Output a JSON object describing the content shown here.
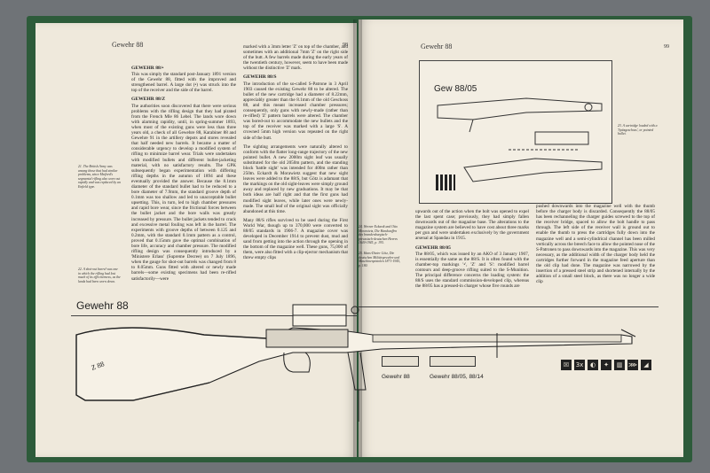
{
  "left_page": {
    "running_head": "Gewehr 88",
    "page_number": "98",
    "col1": {
      "s1_head": "GEWEHR 88/•",
      "s1_text": "This was simply the standard post-January 1891 version of the Gewehr 88, fitted with the improved and strengthened barrel. A large dot (•) was struck into the top of the receiver and the side of the barrel.",
      "s2_head": "GEWEHR 88/Z",
      "s2_text": "The authorities soon discovered that there were serious problems with the rifling design that they had pirated from the French Mle 86 Lebel. The lands wore down with alarming rapidity, until, in spring-summer 1893, when most of the existing guns were less than three years old, a check of all Gewehre 88, Karabiner 88 and Gewehre 91 in the artillery depots and stores revealed that half needed new barrels. It became a matter of considerable urgency to develop a modified system of rifling to minimize barrel wear. Trials were undertaken with modified bullets and different bullet-jacketing material, with no satisfactory results. The GPK subsequently began experimentation with differing rifling depths in the autumn of 1894 and these eventually provided the answer. Because the 8.1mm diameter of the standard bullet had to be reduced to a bore diameter of 7.9mm, the standard groove depth of 0.1mm was too shallow and led to unacceptable bullet upsetting. This, in turn, led to high chamber pressures and rapid bore wear, since the frictional forces between the bullet jacket and the bore walls was greatly increased by pressure. The bullet jackets tended to crack and excessive metal fouling was left in the barrel. The experiments with groove depths of between 0.125 and 0.2mm, with the standard 0.1mm pattern as a control, proved that 0.15mm gave the optimal combination of bore life, accuracy and chamber pressure. The modified rifling design was consequently introduced by a 'Ministere Erlass' (Supreme Decree) on 7 July 1896, when the gauge for shot-out barrels was changed from 8 to 8.05mm. Guns fitted with altered or newly made barrels—some existing specimens had been re-rifled satisfactorily—were"
    },
    "col2": {
      "text1": "marked with a 3mm letter 'Z' on top of the chamber, and sometimes with an additional 7mm 'Z' on the right side of the butt. A few barrels made during the early years of the twentieth century, however, seem to have been made without the distinctive 'Z' mark.",
      "s_head": "GEWEHR 88/S",
      "text2": "The introduction of the so-called S-Patrone in 3 April 1903 caused the existing Gewehr 88 to be altered. The bullet of the new cartridge had a diameter of 8.22mm, appreciably greater than the 8.1mm of the old Geschoss 88, and this meant increased chamber pressures; consequently, only guns with newly-made (rather than re-rifled) 'Z' pattern barrels were altered. The chamber was bored-out to accommodate the new bullets and the top of the receiver was marked with a large 'S'. A crowned 5mm high version was repeated on the right side of the butt.",
      "text3": "The sighting arrangements were naturally altered to conform with the flatter long-range trajectory of the new pointed bullet. A new 2000m sight leaf was usually substituted for the old 2050m pattern, and the standing block 'battle sight' was intended for 400m rather than 250m. Eckardt & Morawietz suggest that new sight leaves were added to the 88/S, but Götz is adamant that the markings on the old sight-leaves were simply ground away and replaced by new graduations. It may be that both ideas are half right and that the first guns had modified sight leaves, while later ones were newly-made. The small leaf of the original sight was officially abandoned at this time.",
      "text4": "Many 88/S rifles survived to be used during the First World War, though up to 370,000 were converted to 88/05 standards in 1906-7. A magazine cover was developed in December 1914 to prevent dust, mud and sand from getting into the action through the opening in the bottom of the magazine well. These guns, 75,000 of them, were also fitted with a clip-ejector mechanism that threw empty clips"
    },
    "notes": {
      "n21": "21. The British Army was among those that had similar problems, since Metford's segmental rifling also wore out rapidly and was replaced by an Enfield type.",
      "n22": "22. A shot-out barrel was one in which the rifling had lost much of its effectiveness, as the lands had been worn down."
    }
  },
  "right_page": {
    "running_head": "Gewehr 88",
    "page_number": "99",
    "box_title": "Gew 88/05",
    "box_note": "23. A cartridge loaded with a 'Spitzgeschoss', or pointed bullet.",
    "notes": {
      "n24": "24. Werner Eckardt and Otto Morawietz, Die Handwaffen des brandenburgisch-preussisch-deutschen Heeres 1640-1945, p. 195.",
      "n25": "25. Hans-Dieter Götz, Die deutschen Militärgewehre und Maschinenpistolen 1871-1945, p. 180."
    },
    "col1": {
      "text1": "upwards out of the action when the bolt was opened to expel the last spent case; previously, they had simply fallen downwards out of the magazine base. The alterations to the magazine system are believed to have cost about three marks per gun and were undertaken exclusively by the government arsenal at Spandau in 1915.",
      "s_head": "GEWEHR 88/05",
      "text2": "The 88/05, which was issued by an AKO of 3 January 1907, is essentially the same as the 88/S. It is often found with the chamber-top markings '•', 'Z' and 'S': modified barrel contours and deep-groove rifling suited to the S-Munition. The principal difference concerns the loading system: the 88/S uses the standard commission-developed clip, whereas the 88/05 has a pressed-in charger whose five rounds are"
    },
    "col2": {
      "text1": "pushed downwards into the magazine well with the thumb before the charger body is discarded. Consequently the 88/05 has been rechanneling the charger guides screwed to the top of the receiver bridge, spaced to allow the bolt handle to pass through. The left side of the receiver wall is ground out to enable the thumb to press the cartridges fully down into the magazine well and a semi-cylindrical channel has been milled vertically across the breech face to allow the pointed nose of the S-Patronen to pass downwards into the magazine. This was very necessary, as the additional width of the charger body held the cartridges further forward in the magazine feed aperture than the old clip had done. The magazine was narrowed by the insertion of a pressed steel strip and shortened internally by the addition of a small steel block, as there was no longer a wide clip"
    },
    "icons": [
      "☒",
      "3x",
      "◐",
      "✦",
      "▥",
      "⋙",
      "◢"
    ]
  },
  "spread": {
    "big_title": "Gewehr 88",
    "detail1_caption": "Gewehr 88",
    "detail2_caption": "Gewehr 88/05, 88/14"
  }
}
